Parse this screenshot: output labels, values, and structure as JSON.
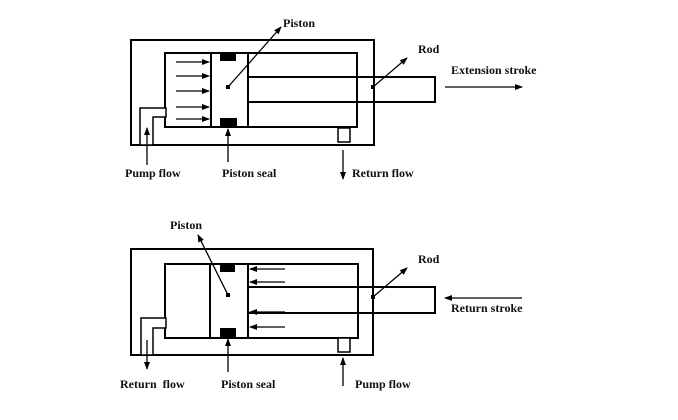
{
  "extension": {
    "piston": "Piston",
    "rod": "Rod",
    "stroke": "Extension stroke",
    "pump_flow": "Pump flow",
    "piston_seal": "Piston seal",
    "return_flow": "Return flow"
  },
  "retraction": {
    "piston": "Piston",
    "rod": "Rod",
    "stroke": "Return stroke",
    "return_flow": "Return  flow",
    "piston_seal": "Piston seal",
    "pump_flow": "Pump flow"
  },
  "colors": {
    "line": "#000000",
    "hatch": "#555555",
    "background": "#ffffff"
  }
}
